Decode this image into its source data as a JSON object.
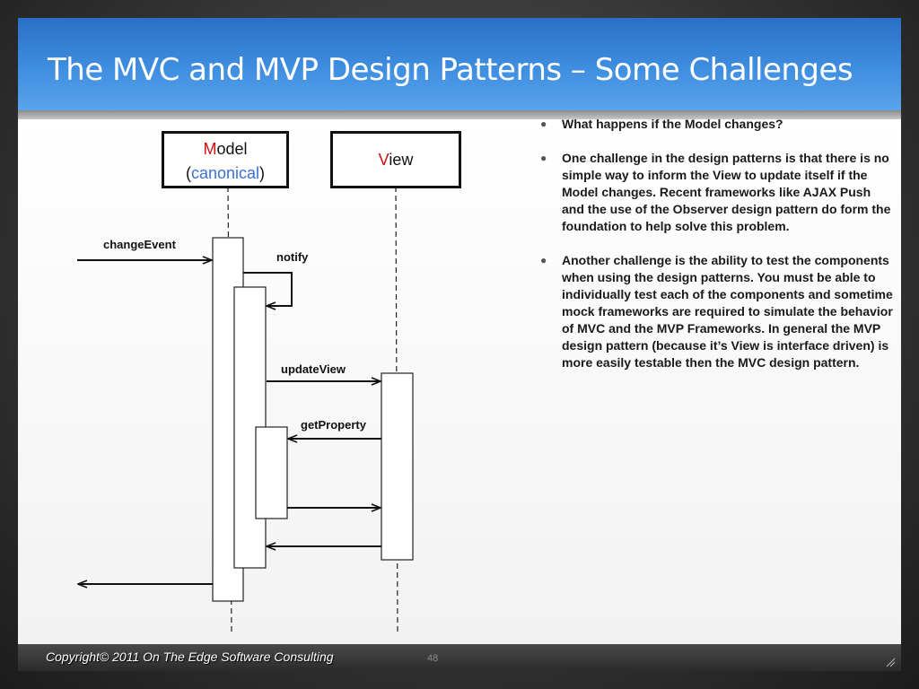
{
  "slide": {
    "title": "The MVC and MVP Design Patterns – Some Challenges",
    "footer": {
      "copyright": "Copyright© 2011 On The Edge Software Consulting",
      "page_number": "48"
    }
  },
  "diagram": {
    "model": {
      "initial": "M",
      "rest": "odel",
      "paren_open": "(",
      "qualifier": "canonical",
      "paren_close": ")"
    },
    "view": {
      "initial": "V",
      "rest": "iew"
    },
    "messages": {
      "change_event": "changeEvent",
      "notify": "notify",
      "update_view": "updateView",
      "get_property": "getProperty"
    },
    "colors": {
      "accent_red": "#d01010",
      "accent_blue": "#3a6fd8",
      "title_bar": "#3f8ee0"
    }
  },
  "bullets": [
    "What happens if the Model changes?",
    "One challenge in the design patterns is that there is no simple way to inform the View to update itself if the Model changes. Recent frameworks like AJAX Push and the use of the Observer design pattern do form the foundation to help solve this problem.",
    "Another challenge is the ability to test the components when using the design patterns. You must be able to individually test each of the components and sometime mock frameworks are required to simulate the behavior of MVC and the MVP Frameworks. In general the MVP design pattern (because it’s View is interface driven) is more easily testable then the MVC design pattern."
  ],
  "bullet_symbol": "●",
  "icons": {
    "resize": "resize-grip-icon"
  }
}
